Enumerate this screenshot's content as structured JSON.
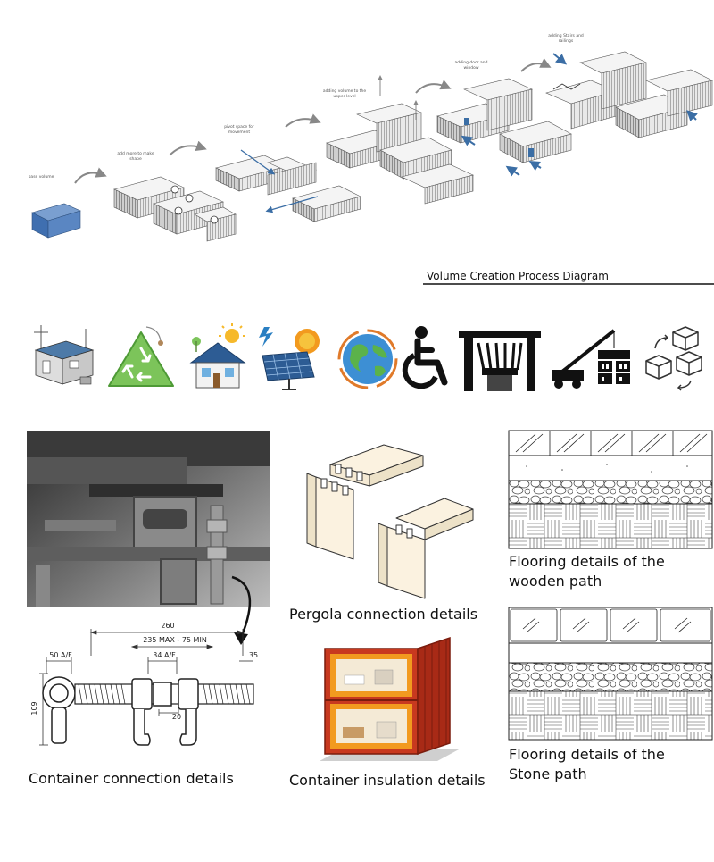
{
  "process": {
    "title": "Volume Creation Process Diagram",
    "steps": [
      {
        "label": "base volume"
      },
      {
        "label": "add more to make shape"
      },
      {
        "label": "pivot space for movement"
      },
      {
        "label": "adding volume to the upper level"
      },
      {
        "label": "adding door and window"
      },
      {
        "label": "adding Stairs and railings"
      }
    ]
  },
  "icons": [
    {
      "name": "prefab-container-icon"
    },
    {
      "name": "recycle-icon"
    },
    {
      "name": "solar-house-icon"
    },
    {
      "name": "solar-panel-icon"
    },
    {
      "name": "earth-icon"
    },
    {
      "name": "wheelchair-icon"
    },
    {
      "name": "pergola-icon"
    },
    {
      "name": "crane-icon"
    },
    {
      "name": "modular-boxes-icon"
    }
  ],
  "details": {
    "container_connection": {
      "caption": "Container connection details",
      "dim_260": "260",
      "dim_range": "235 MAX - 75 MIN",
      "dim_50": "50 A/F",
      "dim_34": "34 A/F",
      "dim_35": "35",
      "dim_20": "20",
      "dim_109": "109"
    },
    "pergola": {
      "caption": "Pergola connection details"
    },
    "insulation": {
      "caption": "Container insulation details"
    },
    "wooden_path": {
      "caption": "Flooring details of the wooden path"
    },
    "stone_path": {
      "caption": "Flooring details of the Stone path"
    }
  },
  "colors": {
    "accent_blue": "#3b6ea5",
    "line": "#333333",
    "fire": "#e8541a",
    "container_red": "#b8321f"
  }
}
